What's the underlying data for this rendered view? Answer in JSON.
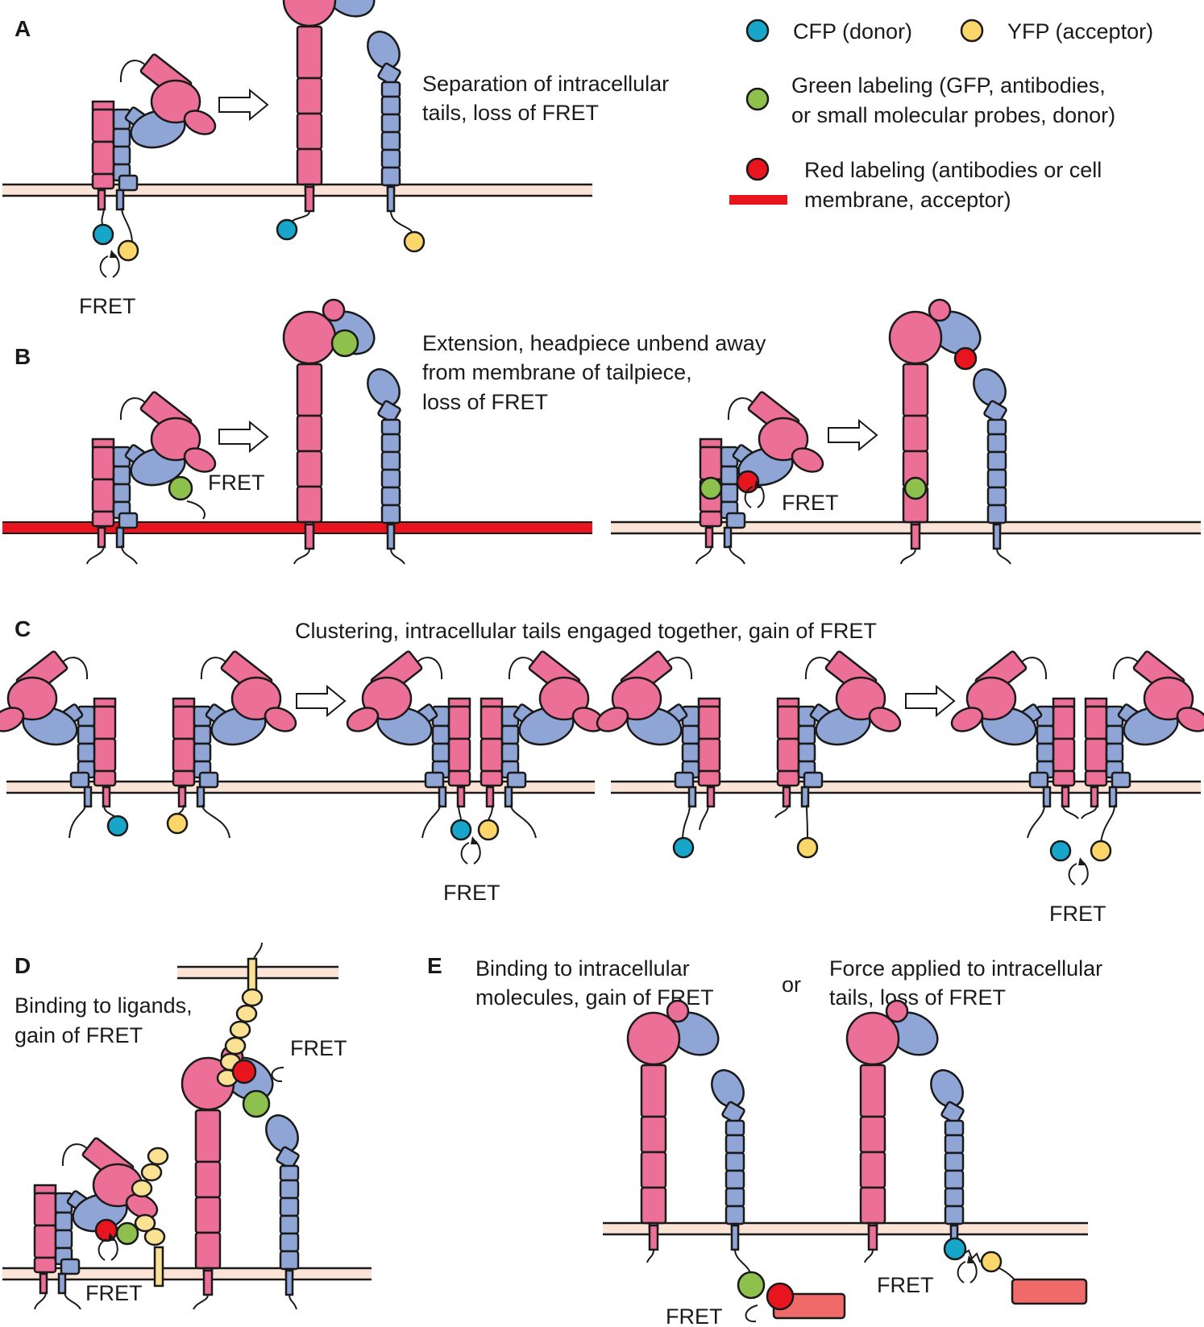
{
  "colors": {
    "alpha_subunit": "#ec6f97",
    "beta_subunit": "#8fa5d6",
    "membrane": "#fbe4d6",
    "cfp": "#17a6c9",
    "yfp": "#fbd66b",
    "green": "#8dc04d",
    "red": "#e8151f",
    "ligand": "#fbe193",
    "intracellular_molecule": "#f06a6a"
  },
  "legend": {
    "cfp_label": "CFP (donor)",
    "yfp_label": "YFP (acceptor)",
    "green_label_line1": "Green labeling (GFP, antibodies,",
    "green_label_line2": "or small molecular probes, donor)",
    "red_label_line1": "Red labeling (antibodies or cell",
    "red_label_line2": "membrane, acceptor)"
  },
  "panels": {
    "a": {
      "letter": "A",
      "caption_line1": "Separation of intracellular",
      "caption_line2": "tails, loss of FRET",
      "fret_label": "FRET"
    },
    "b": {
      "letter": "B",
      "caption_line1": "Extension, headpiece unbend away",
      "caption_line2": "from membrane of tailpiece,",
      "caption_line3": "loss of FRET",
      "fret_label_left": "FRET",
      "fret_label_right": "FRET"
    },
    "c": {
      "letter": "C",
      "caption": "Clustering, intracellular tails engaged together, gain of FRET",
      "fret_label_left": "FRET",
      "fret_label_right": "FRET"
    },
    "d": {
      "letter": "D",
      "caption_line1": "Binding to ligands,",
      "caption_line2": "gain of FRET",
      "fret_label_top": "FRET",
      "fret_label_bottom": "FRET"
    },
    "e": {
      "letter": "E",
      "caption_left_line1": "Binding to intracellular",
      "caption_left_line2": "molecules, gain of FRET",
      "connector": "or",
      "caption_right_line1": "Force applied to intracellular",
      "caption_right_line2": "tails, loss of FRET",
      "fret_label_left": "FRET",
      "fret_label_right": "FRET"
    }
  }
}
